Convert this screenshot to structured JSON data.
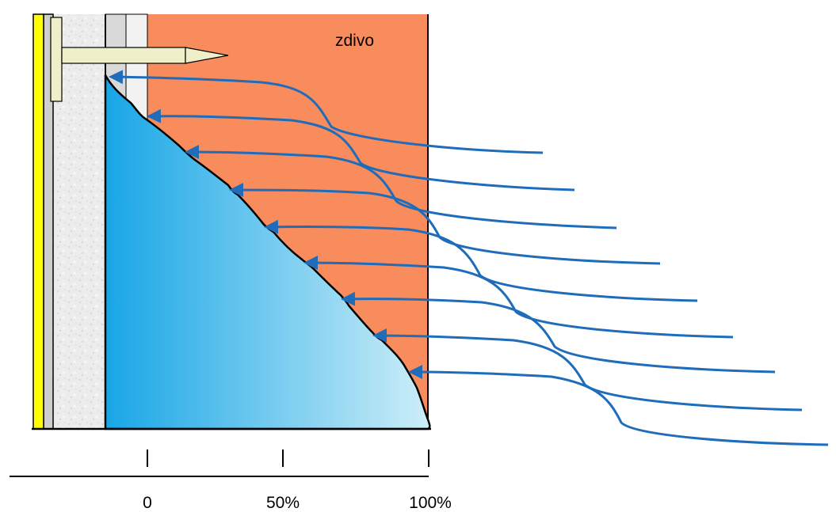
{
  "diagram": {
    "material_label": "zdivo",
    "scale_labels": [
      "0",
      "50%",
      "100%"
    ],
    "arrow_count": 9
  },
  "colors": {
    "masonry": "#f98c5c",
    "insulation": "#e6e6e6",
    "yellow_layer": "#ffff00",
    "water_gradient_start": "#18a6e6",
    "water_gradient_end": "#cdeef8",
    "flow_arrows": "#1f6dba"
  },
  "icons": {
    "anchor": "wall-anchor-icon",
    "arrow": "flow-arrow-icon"
  }
}
